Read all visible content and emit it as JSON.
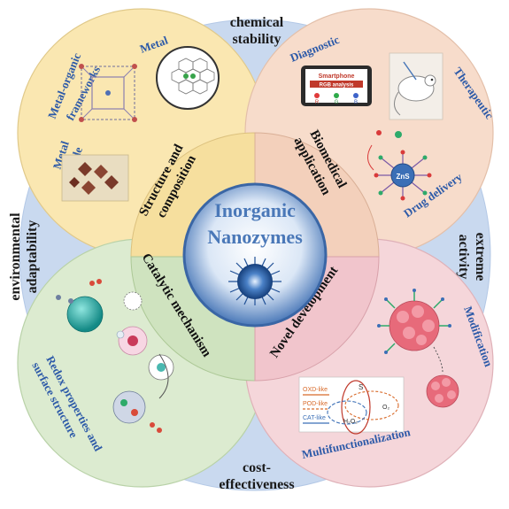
{
  "center": {
    "line1": "Inorganic",
    "line2": "Nanozymes"
  },
  "ring_labels": {
    "top": [
      "chemical",
      "stability"
    ],
    "left": [
      "environmental",
      "adaptability"
    ],
    "right": [
      "extreme",
      "activity"
    ],
    "bottom": [
      "cost-",
      "effectiveness"
    ]
  },
  "quadrants": {
    "top_left": {
      "title": [
        "Structure and",
        "composition"
      ],
      "items": {
        "mof": [
          "Metal-organic",
          "frameworks"
        ],
        "metal": "Metal",
        "oxide": [
          "Metal",
          "oxide"
        ]
      }
    },
    "top_right": {
      "title": [
        "Biomedical",
        "application"
      ],
      "items": {
        "diagnostic": "Diagnostic",
        "therapeutic": "Therapeutic",
        "drug": "Drug delivery"
      },
      "phone": {
        "title": "Smartphone",
        "subtitle": "RGB analysis",
        "r": "R",
        "g": "G",
        "b": "B"
      },
      "particle": "ZnS"
    },
    "bottom_left": {
      "title": "Catalytic mechanism",
      "items": {
        "redox": [
          "Redox properties  and",
          "surface structure"
        ]
      }
    },
    "bottom_right": {
      "title": "Novel development",
      "items": {
        "modification": "Modification",
        "multi": "Multifunctionalization"
      },
      "legend": [
        "OXD-like",
        "POD-like",
        "CAT-like"
      ],
      "venn": {
        "s": "S",
        "o2": "O₂",
        "h2o2": "H₂O₂"
      }
    }
  },
  "colors": {
    "ring": "#c9d9ef",
    "top_left": "#fae7b1",
    "top_right": "#f7dccb",
    "bottom_left": "#dcebd0",
    "bottom_right": "#f5d6da",
    "label_blue": "#2d5aa8",
    "center_blue": "#4a78b8"
  }
}
